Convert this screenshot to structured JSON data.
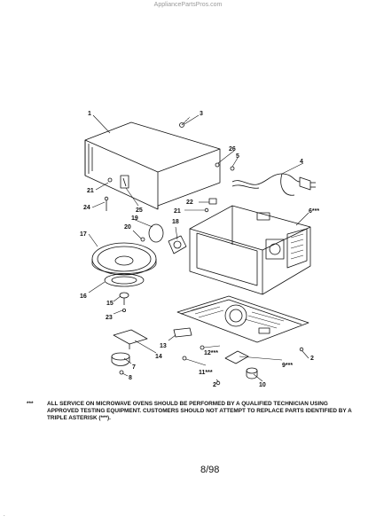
{
  "watermark": "AppliancePartsPros.com",
  "callouts": {
    "c1": "1",
    "c2": "2",
    "c3": "3",
    "c4": "4",
    "c5": "5",
    "c6": "6***",
    "c7": "7",
    "c8": "8",
    "c9": "9***",
    "c10": "10",
    "c11": "11***",
    "c12": "12***",
    "c13": "13",
    "c14": "14",
    "c15": "15",
    "c16": "16",
    "c17": "17",
    "c18": "18",
    "c19": "19",
    "c20": "20",
    "c21a": "21",
    "c21b": "21",
    "c22": "22",
    "c23": "23",
    "c24": "24",
    "c25": "25",
    "c26": "26",
    "c2b": "2"
  },
  "notice": {
    "mark": "***",
    "text": "ALL SERVICE ON MICROWAVE OVENS SHOULD BE PERFORMED BY A QUALIFIED TECHNICIAN USING APPROVED TESTING EQUIPMENT. CUSTOMERS SHOULD NOT ATTEMPT TO REPLACE PARTS IDENTIFIED BY A TRIPLE ASTERISK (***)."
  },
  "page_number": "8/98",
  "colors": {
    "ink": "#111111",
    "watermark": "#9a9a9a"
  }
}
